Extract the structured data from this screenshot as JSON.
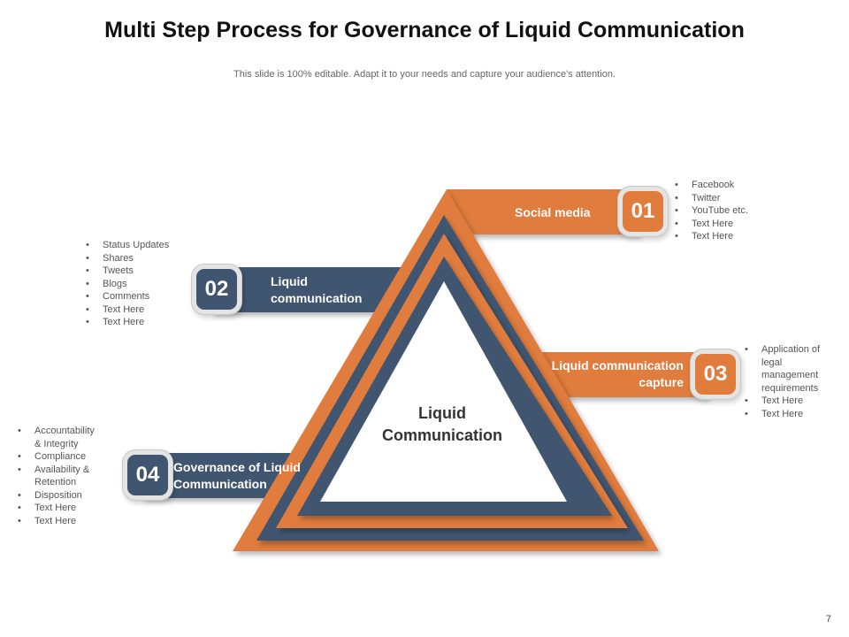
{
  "header": {
    "title": "Multi Step Process for Governance of Liquid Communication",
    "subtitle": "This slide is 100% editable. Adapt it to your needs and capture your audience's attention."
  },
  "center_label": {
    "line1": "Liquid",
    "line2": "Communication"
  },
  "steps": [
    {
      "number": "01",
      "label_lines": [
        "Social media"
      ],
      "color": "#e07c3c",
      "bullets": [
        "Facebook",
        "Twitter",
        "YouTube etc.",
        "Text Here",
        "Text Here"
      ]
    },
    {
      "number": "02",
      "label_lines": [
        "Liquid",
        "communication"
      ],
      "color": "#3f5570",
      "bullets": [
        "Status Updates",
        "Shares",
        "Tweets",
        "Blogs",
        "Comments",
        "Text Here",
        "Text Here"
      ]
    },
    {
      "number": "03",
      "label_lines": [
        "Liquid communication",
        "capture"
      ],
      "color": "#e07c3c",
      "bullets": [
        "Application of",
        "legal",
        "management",
        "requirements",
        "Text Here",
        "Text Here"
      ]
    },
    {
      "number": "04",
      "label_lines": [
        "Governance of Liquid",
        "Communication"
      ],
      "color": "#3f5570",
      "bullets": [
        "Accountability",
        "& Integrity",
        "Compliance",
        "Availability &",
        "Retention",
        "Disposition",
        "Text Here",
        "Text Here"
      ]
    }
  ],
  "colors": {
    "orange": "#e07c3c",
    "navy": "#3f5570",
    "badge_ring": "#e4e4e4"
  },
  "footer": {
    "page_number": "7"
  }
}
